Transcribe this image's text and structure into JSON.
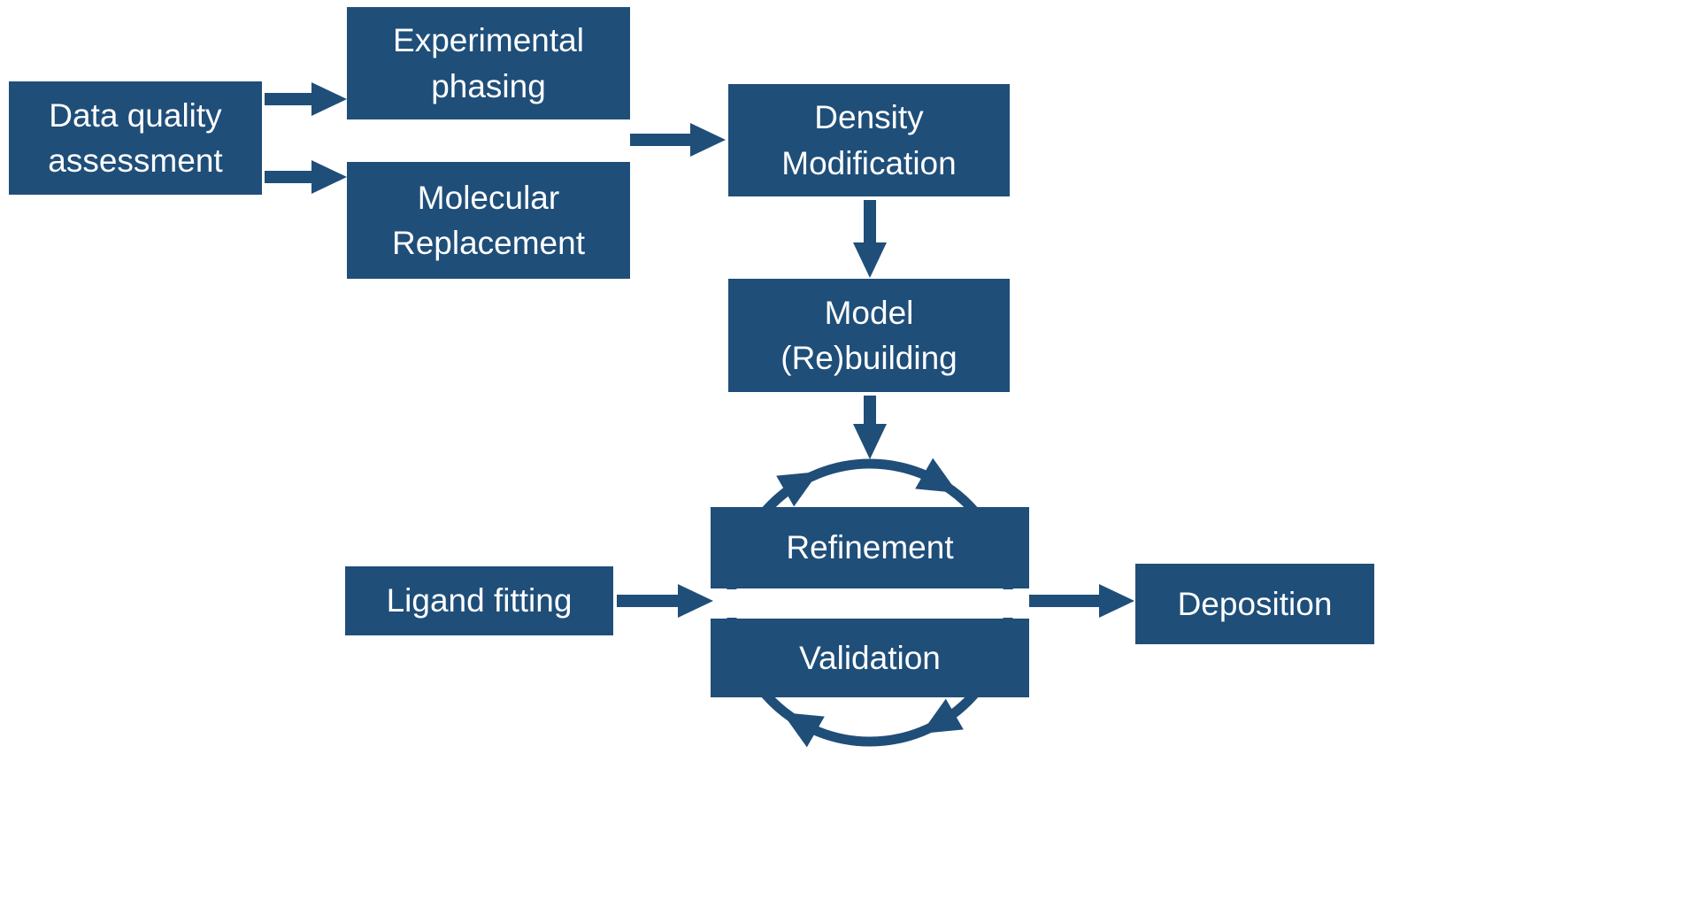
{
  "colors": {
    "primary": "#1f4e79",
    "node_text": "#ffffff",
    "background": "#ffffff"
  },
  "diagram": {
    "title": "",
    "nodes": {
      "data_quality": {
        "line1": "Data quality",
        "line2": "assessment"
      },
      "experimental_phasing": {
        "line1": "Experimental",
        "line2": "phasing"
      },
      "molecular_replacement": {
        "line1": "Molecular",
        "line2": "Replacement"
      },
      "density_modification": {
        "line1": "Density",
        "line2": "Modification"
      },
      "model_rebuilding": {
        "line1": "Model",
        "line2": "(Re)building"
      },
      "refinement": {
        "label": "Refinement"
      },
      "validation": {
        "label": "Validation"
      },
      "ligand_fitting": {
        "label": "Ligand fitting"
      },
      "deposition": {
        "label": "Deposition"
      }
    },
    "edges": [
      "data_quality -> experimental_phasing",
      "data_quality -> molecular_replacement",
      "phasing -> density_modification",
      "density_modification -> model_rebuilding",
      "model_rebuilding -> refinement_validation_cycle",
      "ligand_fitting -> refinement_validation_cycle",
      "refinement_validation_cycle -> deposition",
      "refinement <-> validation (cycle)"
    ]
  }
}
